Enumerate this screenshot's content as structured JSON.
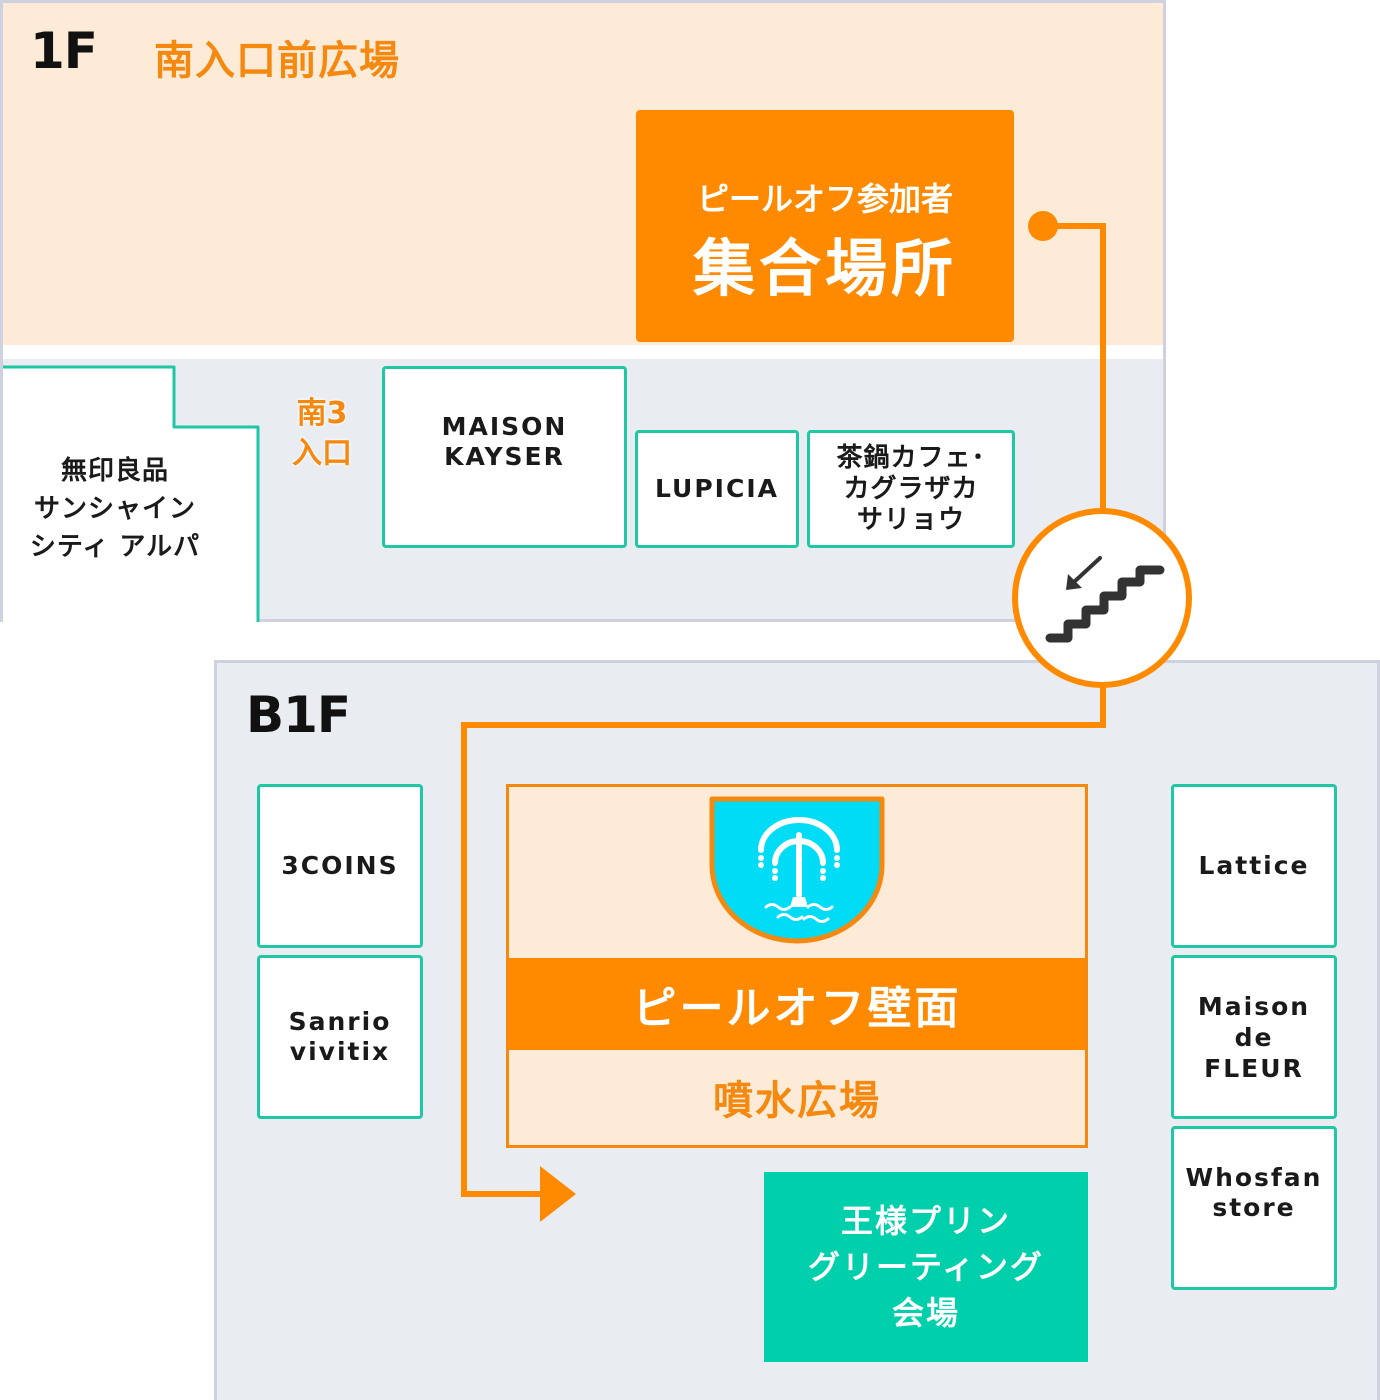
{
  "colors": {
    "accent_orange": "#ff8a00",
    "label_orange": "#f5880f",
    "shop_border_teal": "#1fc7a4",
    "greeting_teal": "#00cfac",
    "plaza_bg": "#fdebd7",
    "floor_bg": "#e9ecf1",
    "fountain_blue": "#00dcf5"
  },
  "floor_1f": {
    "label": "1F",
    "plaza_label": "南入口前広場",
    "meeting_point": {
      "subtitle": "ピールオフ参加者",
      "title": "集合場所"
    },
    "entrance_label": "南3\n入口",
    "shops": [
      {
        "name": "無印良品\nサンシャイン\nシティ アルパ"
      },
      {
        "name": "MAISON\nKAYSER"
      },
      {
        "name": "LUPICIA"
      },
      {
        "name": "茶鍋カフェ･\nカグラザカ\nサリョウ"
      }
    ]
  },
  "stairs": {
    "icon": "stairs-down-icon"
  },
  "floor_b1f": {
    "label": "B1F",
    "fountain_icon": "fountain-icon",
    "wall_label": "ピールオフ壁面",
    "plaza_label": "噴水広場",
    "greeting_venue": "王様プリン\nグリーティング\n会場",
    "shops_left": [
      {
        "name": "3COINS"
      },
      {
        "name": "Sanrio\nvivitix"
      }
    ],
    "shops_right": [
      {
        "name": "Lattice"
      },
      {
        "name": "Maison\nde\nFLEUR"
      },
      {
        "name": "Whosfan\nstore"
      }
    ]
  }
}
